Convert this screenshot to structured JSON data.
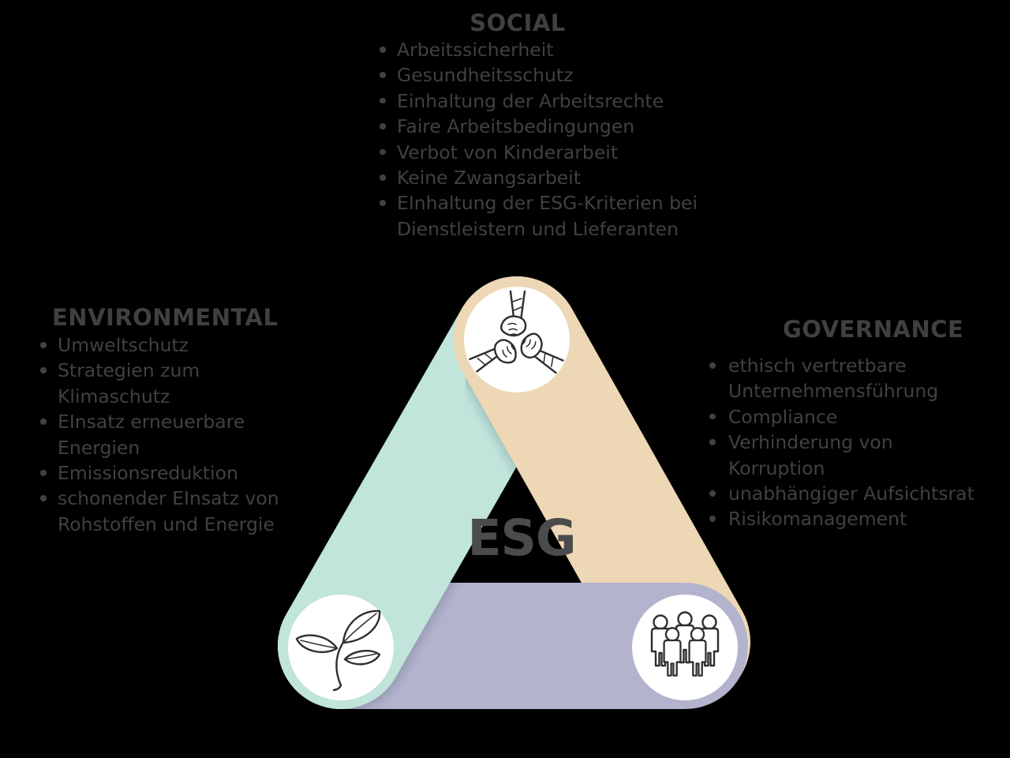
{
  "page": {
    "background": "#000000"
  },
  "center_label": "ESG",
  "colors": {
    "environmental_bar": "#c1e4db",
    "social_bar": "#eed7b4",
    "governance_bar": "#b3b3ce",
    "icon_circle_fill": "#ffffff",
    "icon_stroke": "#2e2e2e",
    "heading_text": "#3f4041",
    "body_text": "#414042",
    "esg_text": "#4b4b4d"
  },
  "sections": {
    "social": {
      "title": "SOCIAL",
      "items": [
        "Arbeitssicherheit",
        "Gesundheitsschutz",
        "Einhaltung der Arbeitsrechte",
        "Faire Arbeitsbedingungen",
        "Verbot von Kinderarbeit",
        "Keine Zwangsarbeit",
        "EInhaltung der ESG-Kriterien bei\nDienstleistern und Lieferanten"
      ]
    },
    "environmental": {
      "title": "ENVIRONMENTAL",
      "items": [
        "Umweltschutz",
        "Strategien zum\nKlimaschutz",
        "EInsatz erneuerbare\nEnergien",
        "Emissionsreduktion",
        "schonender EInsatz von\nRohstoffen und Energie"
      ]
    },
    "governance": {
      "title": "GOVERNANCE",
      "items": [
        "ethisch vertretbare\nUnternehmensführung",
        "Compliance",
        "Verhinderung von\nKorruption",
        "unabhängiger Aufsichtsrat",
        "Risikomanagement"
      ]
    }
  },
  "icons": {
    "top": "hands-together-icon",
    "bottom_left": "leaf-icon",
    "bottom_right": "people-group-icon"
  }
}
